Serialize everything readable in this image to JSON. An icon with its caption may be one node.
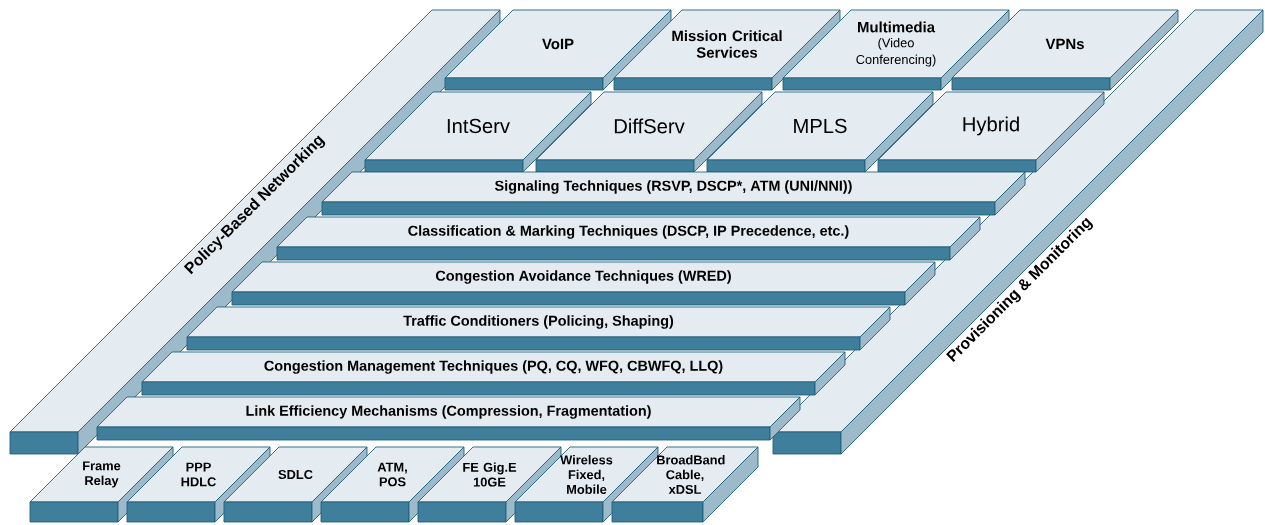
{
  "diagram": {
    "nodes": [
      {
        "text": [
          "Policy-Based Networking"
        ]
      },
      {
        "text": [
          "Provisioning & Monitoring"
        ]
      },
      {
        "text": [
          "VoIP"
        ]
      },
      {
        "text": [
          "Mission Critical Services"
        ]
      },
      {
        "text": [
          "Multimedia",
          "(Video Conferencing)"
        ]
      },
      {
        "text": [
          "VPNs"
        ]
      },
      {
        "text": [
          "IntServ"
        ]
      },
      {
        "text": [
          "DiffServ"
        ]
      },
      {
        "text": [
          "MPLS"
        ]
      },
      {
        "text": [
          "Hybrid"
        ]
      },
      {
        "text": [
          "Signaling Techniques (RSVP, DSCP*, ATM (UNI/NNI))"
        ]
      },
      {
        "text": [
          "Classification & Marking Techniques (DSCP, IP Precedence, etc.)"
        ]
      },
      {
        "text": [
          "Congestion Avoidance Techniques (WRED)"
        ]
      },
      {
        "text": [
          "Traffic Conditioners (Policing, Shaping)"
        ]
      },
      {
        "text": [
          "Congestion Management Techniques (PQ, CQ, WFQ, CBWFQ, LLQ)"
        ]
      },
      {
        "text": [
          "Link Efficiency Mechanisms (Compression, Fragmentation)"
        ]
      },
      {
        "text": [
          "Frame Relay"
        ]
      },
      {
        "text": [
          "PPP HDLC"
        ]
      },
      {
        "text": [
          "SDLC"
        ]
      },
      {
        "text": [
          "ATM, POS"
        ]
      },
      {
        "text": [
          "FE Gig.E 10GE"
        ]
      },
      {
        "text": [
          "Wireless Fixed, Mobile"
        ]
      },
      {
        "text": [
          "BroadBand Cable, xDSL"
        ]
      }
    ]
  }
}
